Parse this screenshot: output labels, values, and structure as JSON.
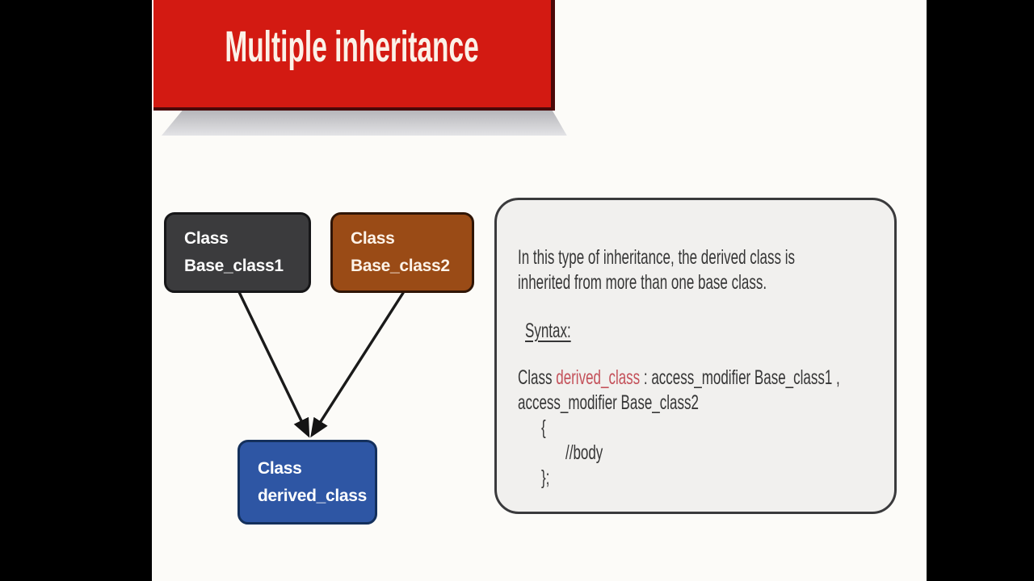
{
  "colors": {
    "slide-bg": "#fcfbf8",
    "banner-red": "#d31a12",
    "banner-border": "#4a0909",
    "shadow-gray": "#b6b6ba",
    "box-dark": "#3b3b3d",
    "box-dark-border": "#161618",
    "box-brown": "#9a4b16",
    "box-brown-border": "#2f1506",
    "box-blue": "#2e56a4",
    "box-blue-border": "#14305c",
    "panel-bg": "#f1f0ee",
    "panel-border": "#3a3a3c",
    "text-dark": "#363636",
    "code-accent": "#c4515a"
  },
  "banner": {
    "title": "Multiple inheritance"
  },
  "diagram": {
    "base1": {
      "line1": "Class",
      "line2": "Base_class1"
    },
    "base2": {
      "line1": "Class",
      "line2": "Base_class2"
    },
    "derived": {
      "line1": "Class",
      "line2": "derived_class"
    }
  },
  "panel": {
    "paragraph_line1": "In this type of inheritance, the derived class is",
    "paragraph_line2": "inherited from more than one base class.",
    "syntax_label": "Syntax:",
    "code": {
      "l1a": "Class ",
      "l1b": "derived_class",
      "l1c": " : access_modifier Base_class1 ,",
      "l2": "access_modifier Base_class2",
      "l3": "{",
      "l4": "//body",
      "l5": "};"
    }
  }
}
